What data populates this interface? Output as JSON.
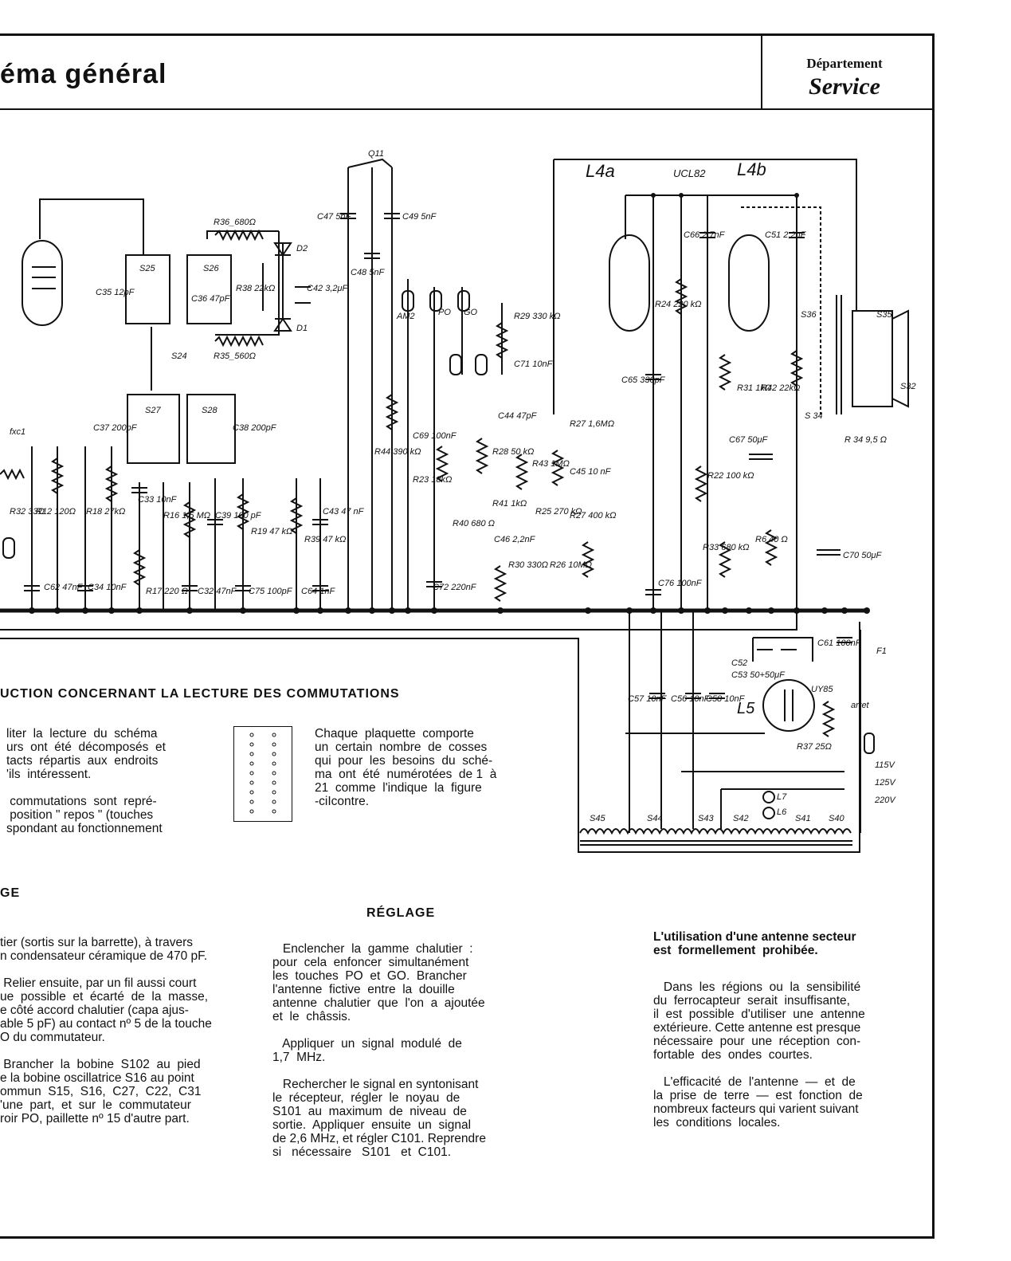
{
  "header": {
    "title": "éma  général",
    "department": "Département",
    "service": "Service"
  },
  "schematic": {
    "labels": {
      "q11": "Q11",
      "l4a": "L4a",
      "ucl82": "UCL82",
      "l4b": "L4b",
      "r36": "R36_680Ω",
      "d2": "D2",
      "d1": "D1",
      "r38": "R38 22kΩ",
      "c42": "C42 3,2μF",
      "r35": "R35_560Ω",
      "s25": "S25",
      "s26": "S26",
      "c36": "C36 47pF",
      "c35": "C35 12pF",
      "s24": "S24",
      "s27": "S27",
      "s28": "S28",
      "c37": "C37 200pF",
      "c38": "C38 200pF",
      "c47": "C47 5nF",
      "c48": "C48 5nF",
      "c49": "C49 5nF",
      "am2": "AM2",
      "po": "PO",
      "go": "GO",
      "r29": "R29 330 kΩ",
      "c71": "C71 10nF",
      "c66": "C66 2,7nF",
      "c51": "C51 2,2nF",
      "r24": "R24 220 kΩ",
      "c65": "C65 330pF",
      "s36": "S36",
      "s35": "S35",
      "s32": "S32",
      "r31": "R31 1kΩ",
      "r42": "R42 22kΩ",
      "s34": "S 34",
      "r34": "R 34 9,5 Ω",
      "c69": "C69 100nF",
      "c44": "C44 47pF",
      "r27a": "R27 1,6MΩ",
      "r28": "R28 50 kΩ",
      "r23": "R23 18kΩ",
      "r43": "R43 1MΩ",
      "c45": "C45 10 nF",
      "r41": "R41 1kΩ",
      "r40": "R40 680 Ω",
      "r25": "R25 270 kΩ",
      "r27b": "R27 400 kΩ",
      "c46": "C46 2,2nF",
      "r30": "R30 330Ω",
      "r26": "R26 10MΩ",
      "c72": "C72 220nF",
      "r44": "R44 390 kΩ",
      "r22": "R22 100 kΩ",
      "c67": "C67 50μF",
      "r6": "R6 40 Ω",
      "r33": "R33 680 kΩ",
      "c76": "C76 100nF",
      "c70": "C70 50μF",
      "fxc1": "fxc1",
      "r32": "R32 33Ω",
      "r12": "R12 120Ω",
      "r18": "R18 27kΩ",
      "c33": "C33 10nF",
      "r16": "R16 1,5 MΩ",
      "c39": "C39 100 pF",
      "r19": "R19 47 kΩ",
      "r39": "R39 47 kΩ",
      "c43": "C43 47 nF",
      "c62": "C62 47nF",
      "c34": "C34 10nF",
      "r17": "R17 220 Ω",
      "c32": "C32 47nF",
      "c75": "C75 100pF",
      "c64": "C64 1nF",
      "c61": "C61 100nF",
      "f1": "F1",
      "c52": "C52",
      "c53": "C53 50+50μF",
      "uy85": "UY85",
      "l5": "L5",
      "c57": "C57 10nF",
      "c56": "C56 10nF",
      "c58": "C58 10nF",
      "r37": "R37 25Ω",
      "arret": "arret",
      "v115": "115V",
      "v125": "125V",
      "v220": "220V",
      "l7": "L7",
      "l6": "L6",
      "s45": "S45",
      "s44": "S44",
      "s43": "S43",
      "s42": "S42",
      "s41": "S41",
      "s40": "S40"
    }
  },
  "instruction": {
    "title": "UCTION CONCERNANT LA LECTURE DES COMMUTATIONS",
    "left_text": "liter  la  lecture  du  schéma\nurs  ont  été  décomposés  et\ntacts  répartis  aux  endroits\n'ils  intéressent.\n\n commutations  sont  repré-\n position \" repos \" (touches\nspondant au fonctionnement",
    "right_text": "Chaque  plaquette  comporte\nun  certain  nombre  de  cosses\nqui  pour  les  besoins  du  sché-\nma  ont  été  numérotées  de 1  à\n21  comme  l'indique  la  figure\n-ciIcontre."
  },
  "reglage_left": {
    "title": "GE",
    "text": "tier (sortis sur la barrette), à travers\nn condensateur céramique de 470 pF.\n\n Relier ensuite, par un fil aussi court\nue  possible  et  écarté  de  la  masse,\ne côté accord chalutier (capa ajus-\nable 5 pF) au contact nº 5 de la touche\nO du commutateur.\n\n Brancher  la  bobine  S102  au  pied\ne la bobine oscillatrice S16 au point\nommun  S15,  S16,  C27,  C22,  C31\n'une  part,  et  sur  le  commutateur\nroir PO, paillette nº 15 d'autre part."
  },
  "reglage_mid": {
    "title": "RÉGLAGE",
    "text": "   Enclencher  la  gamme  chalutier  :\npour  cela  enfoncer  simultanément\nles  touches  PO  et  GO.  Brancher\nl'antenne  fictive  entre  la  douille\nantenne  chalutier  que  l'on  a  ajoutée\net  le  châssis.\n\n   Appliquer  un  signal  modulé  de\n1,7  MHz.\n\n   Rechercher le signal en syntonisant\nle  récepteur,  régler  le  noyau  de\nS101  au  maximum  de  niveau  de\nsortie.  Appliquer  ensuite  un  signal\nde 2,6 MHz, et régler C101. Reprendre\nsi   nécessaire   S101   et  C101."
  },
  "reglage_right": {
    "warning": "L'utilisation d'une antenne secteur\nest  formellement  prohibée.",
    "text": "   Dans  les  régions  ou  la  sensibilité\ndu  ferrocapteur  serait  insuffisante,\nil  est  possible  d'utiliser  une  antenne\nextérieure. Cette antenne est presque\nnécessaire  pour  une  réception  con-\nfortable  des  ondes  courtes.\n\n   L'efficacité  de  l'antenne  —  et  de\nla  prise  de  terre  —  est  fonction  de\nnombreux facteurs qui varient suivant\nles  conditions  locales."
  }
}
